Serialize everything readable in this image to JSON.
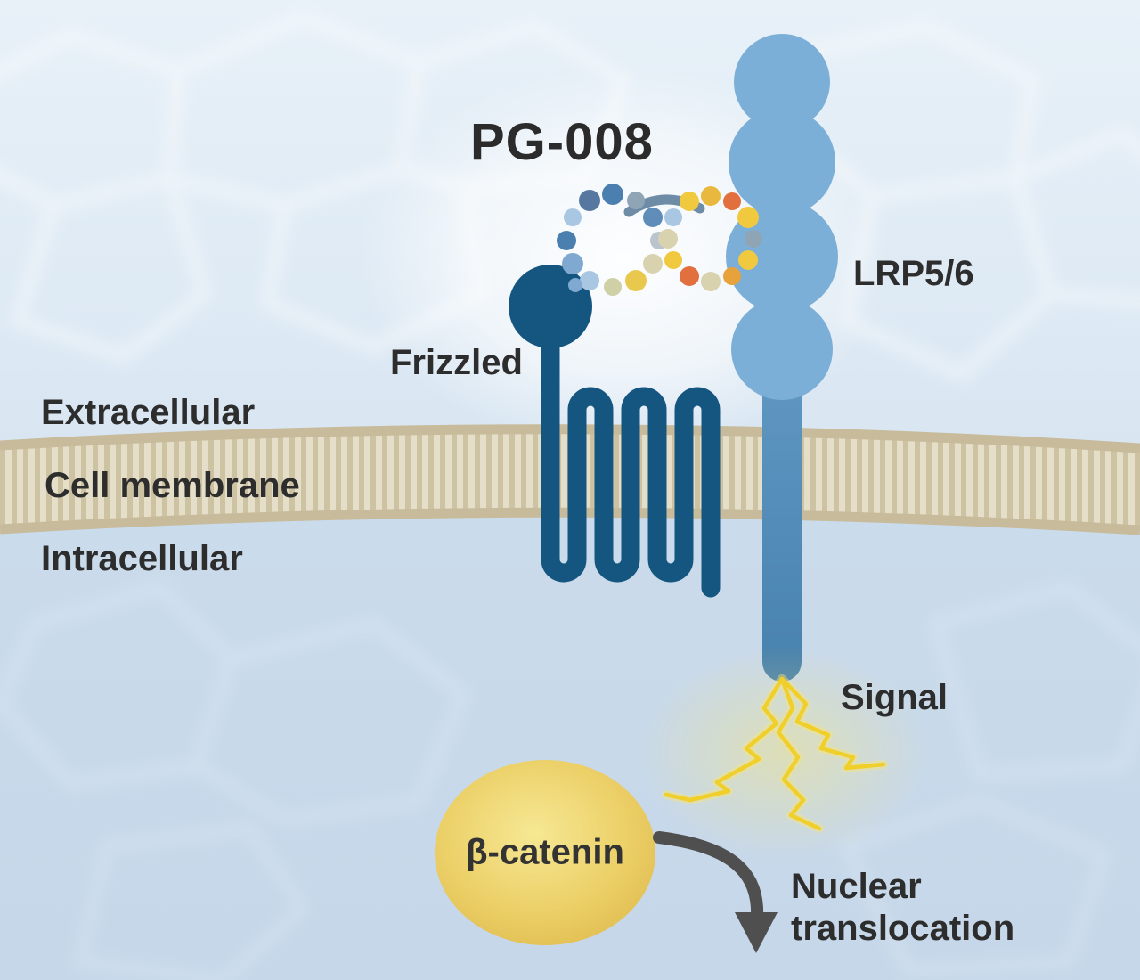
{
  "diagram": {
    "title": "PG-008",
    "labels": {
      "lrp": "LRP5/6",
      "frizzled": "Frizzled",
      "extracellular": "Extracellular",
      "cell_membrane": "Cell membrane",
      "intracellular": "Intracellular",
      "signal": "Signal",
      "beta_catenin": "β-catenin",
      "nuclear_translocation": "Nuclear translocation"
    },
    "colors": {
      "background_top": "#e8f1f8",
      "background_bottom": "#cddcec",
      "membrane_fill": "#e5dec8",
      "membrane_stripe": "#cdc2a2",
      "membrane_edge": "#c7bb9b",
      "lrp_receptor": "#7cafd8",
      "lrp_stalk": "#4e88b6",
      "frizzled_receptor": "#155680",
      "signal_yellow": "#f0cf2a",
      "beta_catenin_fill": "#ecd068",
      "arrow_gray": "#4f4f4f",
      "text": "#2d2d2d"
    }
  }
}
